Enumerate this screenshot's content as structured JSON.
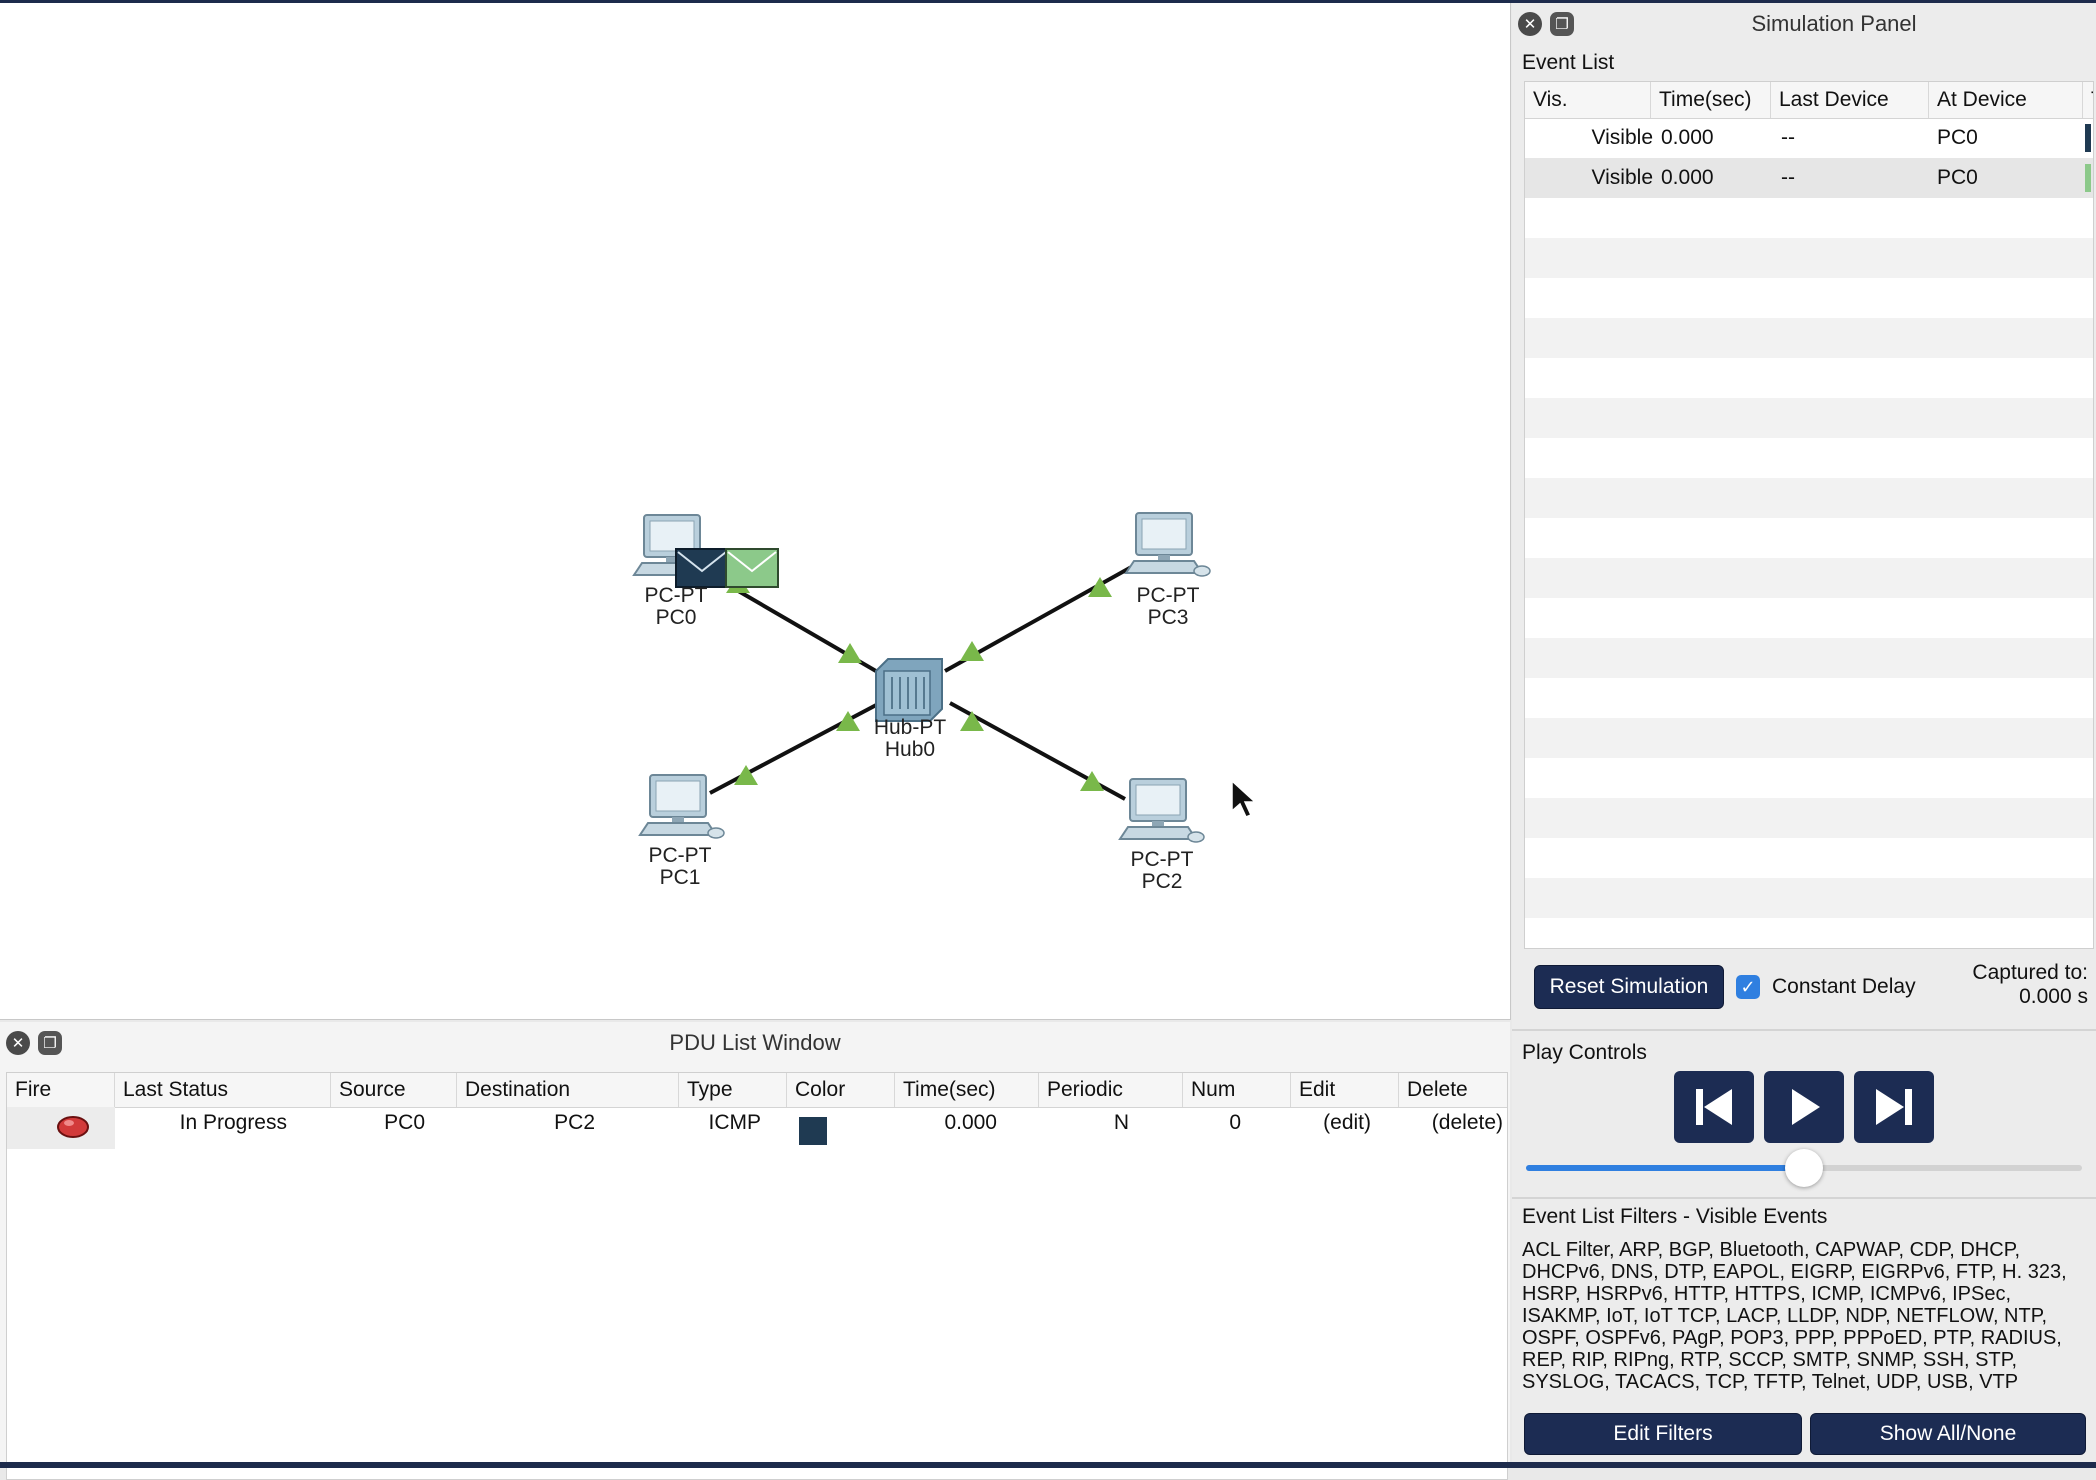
{
  "workspace": {
    "devices": [
      {
        "model": "PC-PT",
        "name": "PC0"
      },
      {
        "model": "PC-PT",
        "name": "PC3"
      },
      {
        "model": "Hub-PT",
        "name": "Hub0"
      },
      {
        "model": "PC-PT",
        "name": "PC1"
      },
      {
        "model": "PC-PT",
        "name": "PC2"
      }
    ]
  },
  "pdu_window": {
    "title": "PDU List Window",
    "columns": [
      "Fire",
      "Last Status",
      "Source",
      "Destination",
      "Type",
      "Color",
      "Time(sec)",
      "Periodic",
      "Num",
      "Edit",
      "Delete"
    ],
    "rows": [
      {
        "last_status": "In Progress",
        "source": "PC0",
        "destination": "PC2",
        "type": "ICMP",
        "color": "#1f3a52",
        "time": "0.000",
        "periodic": "N",
        "num": "0",
        "edit": "(edit)",
        "delete": "(delete)"
      }
    ]
  },
  "simulation_panel": {
    "title": "Simulation Panel",
    "event_list": {
      "label": "Event List",
      "columns": [
        "Vis.",
        "Time(sec)",
        "Last Device",
        "At Device",
        "T"
      ],
      "rows": [
        {
          "vis": "Visible",
          "time": "0.000",
          "last_device": "--",
          "at_device": "PC0",
          "type_color": "#1f3a52"
        },
        {
          "vis": "Visible",
          "time": "0.000",
          "last_device": "--",
          "at_device": "PC0",
          "type_color": "#8cc98a"
        }
      ]
    },
    "reset_label": "Reset Simulation",
    "constant_delay_label": "Constant Delay",
    "constant_delay_checked": true,
    "captured_label": "Captured to:",
    "captured_value": "0.000 s",
    "play_controls": {
      "label": "Play Controls",
      "speed": 0.5
    },
    "filters": {
      "label": "Event List Filters - Visible Events",
      "text": "ACL Filter, ARP, BGP, Bluetooth, CAPWAP, CDP, DHCP, DHCPv6, DNS, DTP, EAPOL, EIGRP, EIGRPv6, FTP, H. 323, HSRP, HSRPv6, HTTP, HTTPS, ICMP, ICMPv6, IPSec, ISAKMP, IoT, IoT TCP, LACP, LLDP, NDP, NETFLOW, NTP, OSPF, OSPFv6, PAgP, POP3, PPP, PPPoED, PTP, RADIUS, REP, RIP, RIPng, RTP, SCCP, SMTP, SNMP, SSH, STP, SYSLOG, TACACS, TCP, TFTP, Telnet, UDP, USB, VTP",
      "edit_label": "Edit Filters",
      "show_label": "Show All/None"
    }
  },
  "colors": {
    "accent": "#1c2c53",
    "link_green": "#79b84a",
    "checkbox_blue": "#2f7fe0",
    "slider_blue": "#2f7fe0"
  }
}
